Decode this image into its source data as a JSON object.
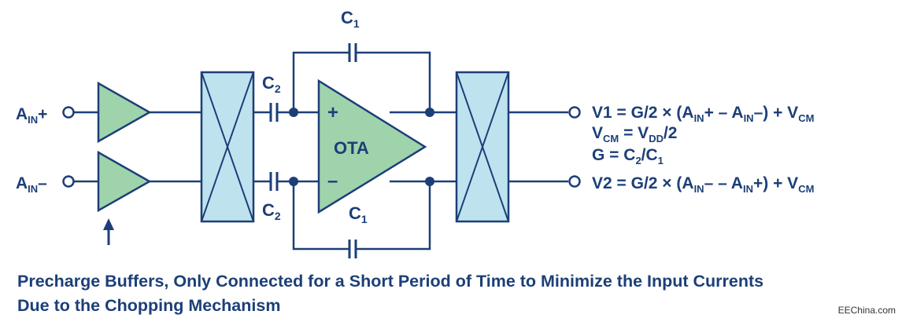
{
  "colors": {
    "wire": "#1c3f77",
    "buffer_fill": "#9fd3ac",
    "switch_fill": "#bfe3ee",
    "text": "#1c3f77"
  },
  "labels": {
    "c1_top": "C",
    "c1_top_sub": "1",
    "c1_bottom": "C",
    "c1_bottom_sub": "1",
    "c2_top": "C",
    "c2_top_sub": "2",
    "c2_bottom": "C",
    "c2_bottom_sub": "2",
    "ota": "OTA",
    "ota_plus": "+",
    "ota_minus": "–",
    "ain_plus": {
      "main": "A",
      "sub": "IN",
      "suffix": "+"
    },
    "ain_minus": {
      "main": "A",
      "sub": "IN",
      "suffix": "–"
    }
  },
  "equations": {
    "v1": {
      "p1": "V1 = G/2 × (A",
      "s1": "IN",
      "p2": "+ – A",
      "s2": "IN",
      "p3": "–) + V",
      "s3": "CM"
    },
    "vcm": {
      "p1": "V",
      "s1": "CM",
      "p2": " = V",
      "s2": "DD",
      "p3": "/2"
    },
    "g": {
      "p1": "G = C",
      "s1": "2",
      "p2": "/C",
      "s2": "1"
    },
    "v2": {
      "p1": "V2 = G/2 × (A",
      "s1": "IN",
      "p2": "– – A",
      "s2": "IN",
      "p3": "+) + V",
      "s3": "CM"
    }
  },
  "caption": {
    "line1": "Precharge Buffers, Only Connected for a Short Period of Time to Minimize the Input Currents",
    "line2": "Due to the Chopping Mechanism"
  },
  "watermark": "EEChina.com"
}
